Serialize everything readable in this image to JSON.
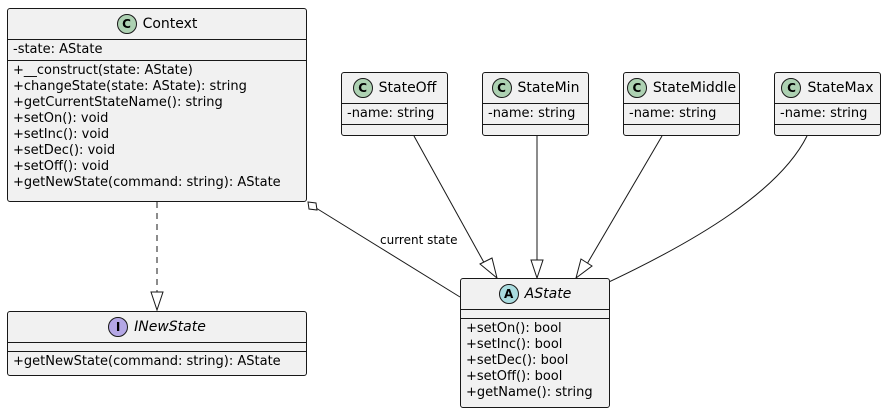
{
  "classes": {
    "context": {
      "badge": "C",
      "name": "Context",
      "attributes": [
        "-state: AState"
      ],
      "methods": [
        "+__construct(state: AState)",
        "+changeState(state: AState): string",
        "+getCurrentStateName(): string",
        "+setOn(): void",
        "+setInc(): void",
        "+setDec(): void",
        "+setOff(): void",
        "+getNewState(command: string): AState"
      ]
    },
    "state_off": {
      "badge": "C",
      "name": "StateOff",
      "attributes": [
        "-name: string"
      ]
    },
    "state_min": {
      "badge": "C",
      "name": "StateMin",
      "attributes": [
        "-name: string"
      ]
    },
    "state_middle": {
      "badge": "C",
      "name": "StateMiddle",
      "attributes": [
        "-name: string"
      ]
    },
    "state_max": {
      "badge": "C",
      "name": "StateMax",
      "attributes": [
        "-name: string"
      ]
    },
    "inewstate": {
      "badge": "I",
      "name": "INewState",
      "methods": [
        "+getNewState(command: string): AState"
      ]
    },
    "astate": {
      "badge": "A",
      "name": "AState",
      "methods": [
        "+setOn(): bool",
        "+setInc(): bool",
        "+setDec(): bool",
        "+setOff(): bool",
        "+getName(): string"
      ]
    }
  },
  "relations": {
    "context_astate_label": "current state"
  },
  "colors": {
    "box_fill": "#f1f1f1",
    "border": "#181818",
    "class_badge": "#add1b2",
    "abstract_badge": "#a9dcdf",
    "interface_badge": "#b4a7e5"
  }
}
